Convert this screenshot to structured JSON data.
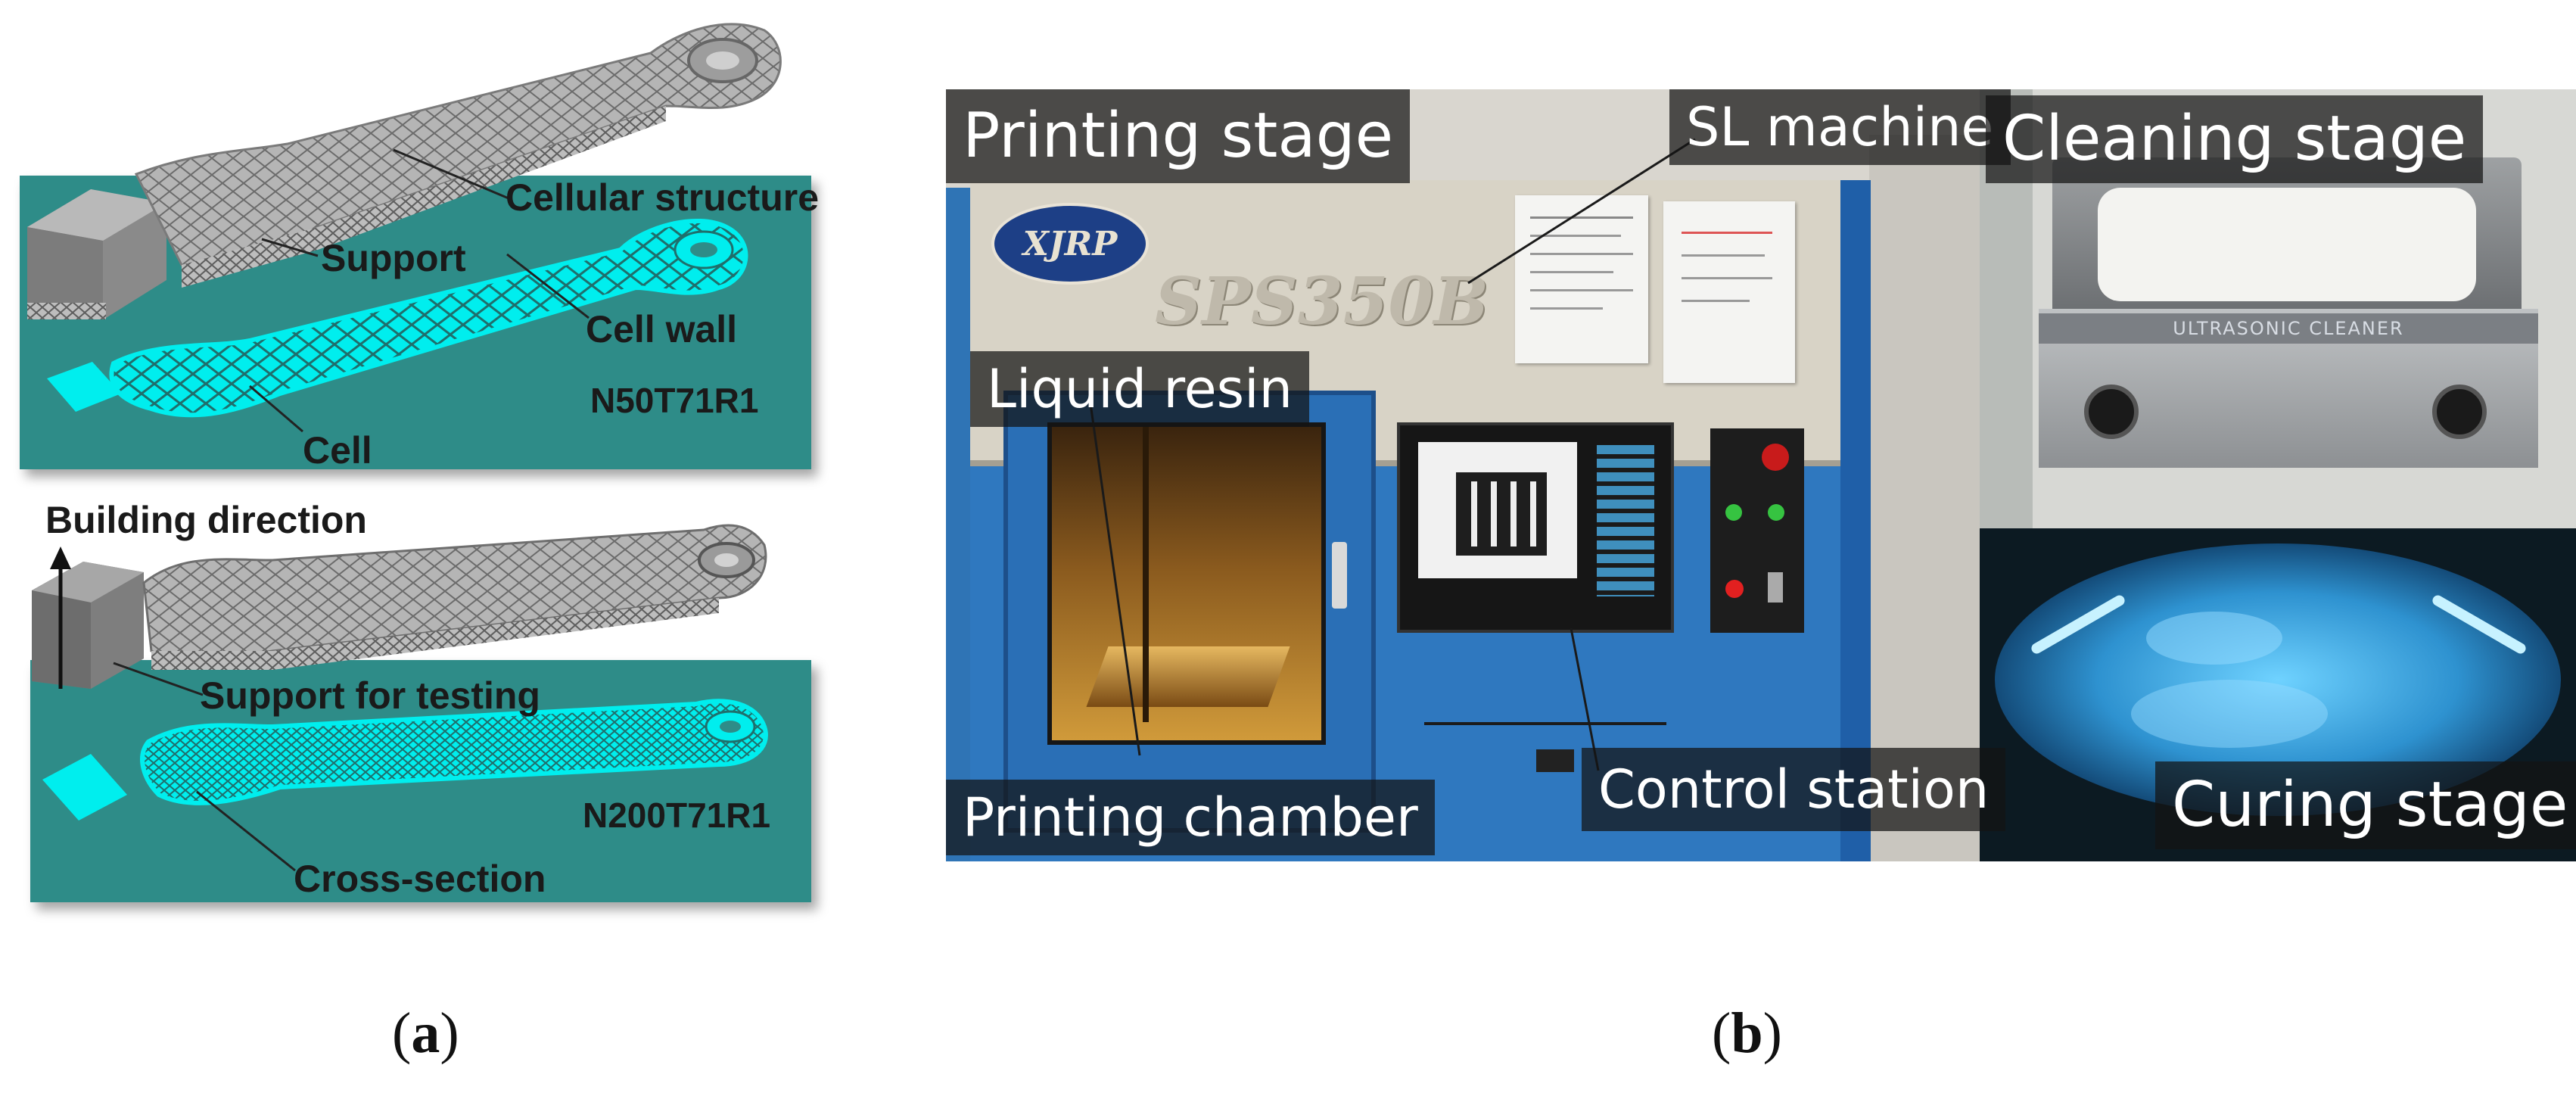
{
  "panel_a": {
    "caption_open": "(",
    "caption_letter": "a",
    "caption_close": ")",
    "labels": {
      "cellular_structure": "Cellular structure",
      "support": "Support",
      "cell_wall": "Cell wall",
      "model1": "N50T71R1",
      "cell": "Cell",
      "building_direction": "Building direction",
      "support_for_testing": "Support for testing",
      "model2": "N200T71R1",
      "cross_section": "Cross-section"
    },
    "colors": {
      "plate": "#2e8c88",
      "cross_section": "#00f0f0",
      "part": "#a9a9a9"
    }
  },
  "panel_b": {
    "caption_open": "(",
    "caption_letter": "b",
    "caption_close": ")",
    "labels": {
      "printing_stage": "Printing stage",
      "sl_machine": "SL machine",
      "cleaning_stage": "Cleaning stage",
      "liquid_resin": "Liquid resin",
      "printing_chamber": "Printing chamber",
      "control_station": "Control station",
      "curing_stage": "Curing stage"
    },
    "machine_brand": "XJRP",
    "machine_model": "SPS350B",
    "cleaner_text": "ULTRASONIC CLEANER"
  }
}
